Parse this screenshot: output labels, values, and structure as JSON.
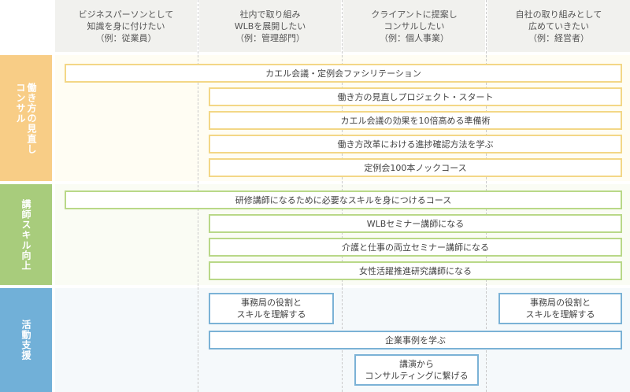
{
  "columns": [
    "ビジネスパーソンとして\n知識を身に付けたい\n（例：従業員）",
    "社内で取り組み\nWLBを展開したい\n（例：管理部門）",
    "クライアントに提案し\nコンサルしたい\n（例：個人事業）",
    "自社の取り組みとして\n広めていきたい\n（例：経営者）"
  ],
  "rows": [
    {
      "label": "働き方の見直し\nコンサル",
      "color": "#f8cd86",
      "band": "#fffdf3"
    },
    {
      "label": "講師スキル向上",
      "color": "#a8cc7c",
      "band": "#fafcf4"
    },
    {
      "label": "活動支援",
      "color": "#71b0d8",
      "band": "#f5f9fb"
    }
  ],
  "consult": {
    "items": [
      "カエル会議・定例会ファシリテーション",
      "働き方の見直しプロジェクト・スタート",
      "カエル会議の効果を10倍高める準備術",
      "働き方改革における進捗確認方法を学ぶ",
      "定例会100本ノックコース"
    ]
  },
  "trainer": {
    "items": [
      "研修講師になるために必要なスキルを身につけるコース",
      "WLBセミナー講師になる",
      "介護と仕事の両立セミナー講師になる",
      "女性活躍推進研究講師になる"
    ]
  },
  "support": {
    "role_left": "事務局の役割と\nスキルを理解する",
    "role_right": "事務局の役割と\nスキルを理解する",
    "cases": "企業事例を学ぶ",
    "lecture": "講演から\nコンサルティングに繋げる"
  }
}
